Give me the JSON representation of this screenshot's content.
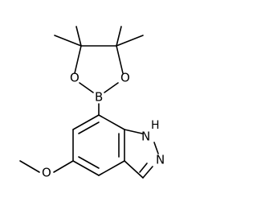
{
  "molecule": {
    "atom_labels": {
      "O_ring_left": "O",
      "O_ring_right": "O",
      "B": "B",
      "NH": "H",
      "NH_N": "N",
      "N2": "N",
      "O_methoxy": "O"
    }
  },
  "colors": {
    "ink": "#000000",
    "background": "#ffffff"
  }
}
